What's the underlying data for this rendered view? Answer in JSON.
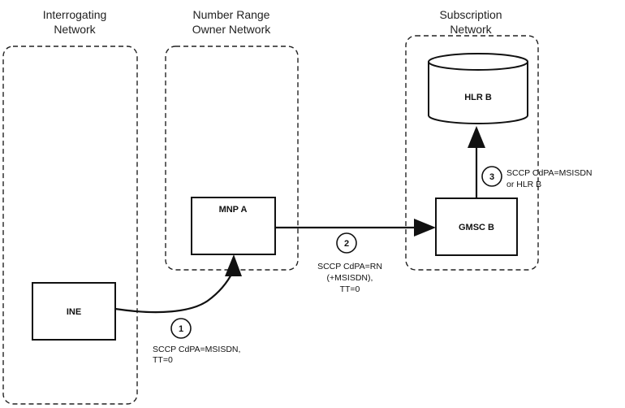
{
  "networks": {
    "interrogating": [
      "Interrogating",
      "Network"
    ],
    "range_owner": [
      "Number Range",
      "Owner Network"
    ],
    "subscription": [
      "Subscription",
      "Network"
    ]
  },
  "nodes": {
    "ine": "INE",
    "mnp_a": "MNP A",
    "gmsc_b": "GMSC B",
    "hlr_b": "HLR B"
  },
  "steps": {
    "step1": {
      "number": "1",
      "lines": [
        "SCCP CdPA=MSISDN,",
        "TT=0"
      ]
    },
    "step2": {
      "number": "2",
      "lines": [
        "SCCP CdPA=RN",
        "(+MSISDN),",
        "TT=0"
      ]
    },
    "step3": {
      "number": "3",
      "lines": [
        "SCCP CdPA=MSISDN",
        "or HLR B"
      ]
    }
  }
}
